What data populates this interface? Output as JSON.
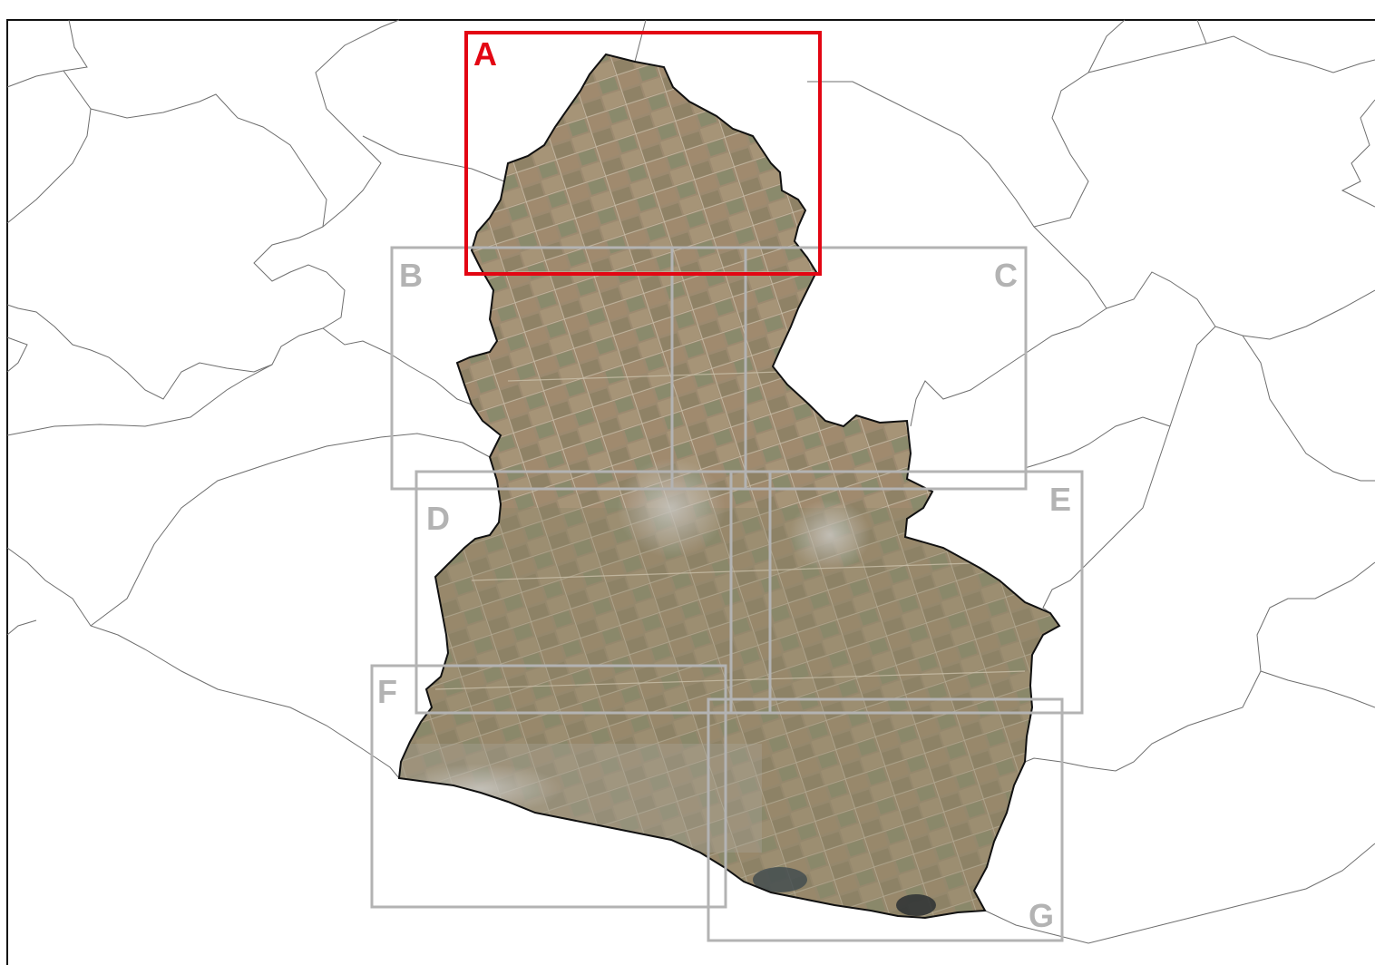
{
  "map": {
    "colors": {
      "selected": "#e30613",
      "sheet": "#b3b3b3",
      "boundary": "#111111",
      "neighbor_boundary": "#6e6e6e",
      "background": "#ffffff"
    },
    "sheets": [
      {
        "id": "A",
        "label": "A",
        "selected": true
      },
      {
        "id": "B",
        "label": "B",
        "selected": false
      },
      {
        "id": "C",
        "label": "C",
        "selected": false
      },
      {
        "id": "D",
        "label": "D",
        "selected": false
      },
      {
        "id": "E",
        "label": "E",
        "selected": false
      },
      {
        "id": "F",
        "label": "F",
        "selected": false
      },
      {
        "id": "G",
        "label": "G",
        "selected": false
      }
    ],
    "layers": {
      "basemap": "aerial-imagery",
      "municipality": "municipal-boundary",
      "neighbors": "neighboring-municipality-boundaries"
    }
  }
}
